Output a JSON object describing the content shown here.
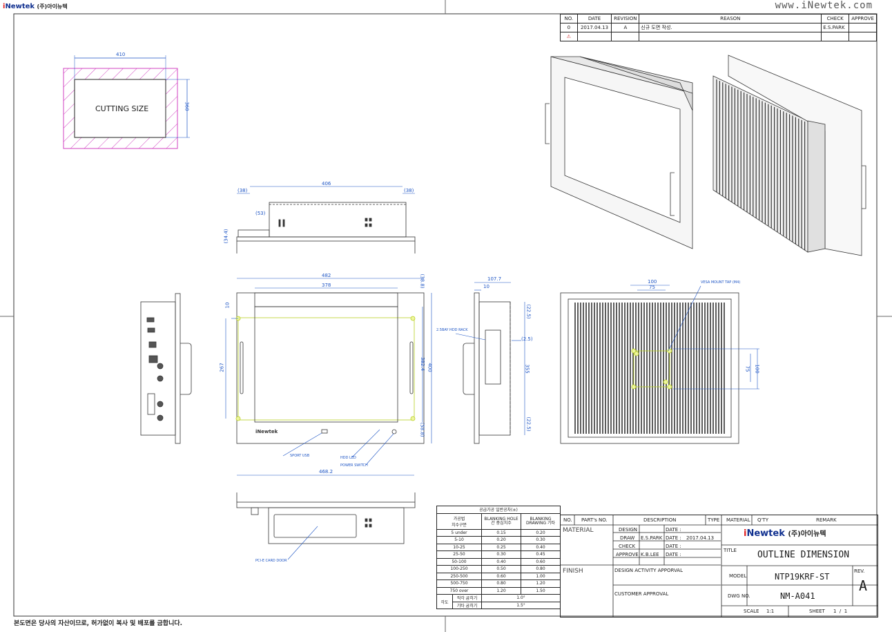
{
  "header": {
    "logo_prefix": "i",
    "logo_name": "Newtek",
    "logo_korean": "(주)아이뉴텍",
    "website": "www.iNewtek.com"
  },
  "revision_table": {
    "headers": [
      "NO.",
      "DATE",
      "REVISION",
      "REASON",
      "CHECK",
      "APPROVE"
    ],
    "rows": [
      [
        "0",
        "2017.04.13",
        "A",
        "신규 도면 작성.",
        "E.S.PARK",
        ""
      ],
      [
        "⚠",
        "",
        "",
        "",
        "",
        ""
      ]
    ]
  },
  "cutting": {
    "width": "410",
    "height": "360",
    "label": "CUTTING SIZE"
  },
  "top_view": {
    "d406": "406",
    "d38a": "(38)",
    "d38b": "(38)",
    "d53": "(53)",
    "d34": "(34.4)"
  },
  "front_view": {
    "d482": "482",
    "d378": "378",
    "d38_8": "(38.8)",
    "d10": "10",
    "d267": "267",
    "d382_4": "382.4",
    "d400": "400",
    "d58_8": "(58.8)",
    "d468_2": "468.2",
    "brand": "iNewtek",
    "label_usb": "SPORT USB",
    "label_hdd": "HDD LED",
    "label_power": "POWER SWITCH"
  },
  "side_view": {
    "d107_7": "107.7",
    "d10": "10",
    "d22_5a": "(22.5)",
    "d2_5": "(2.5)",
    "d355": "355",
    "d22_5b": "(22.5)",
    "label_hdd_rack": "2.5BAY HDD RACK"
  },
  "rear_view": {
    "d100": "100",
    "d75": "75",
    "vesa": "VESA MOUNT TAP (M4)",
    "d75v": "75",
    "d100v": "100"
  },
  "bottom_view": {
    "label": "PCI-E CARD DOOR"
  },
  "tolerance": {
    "title": "공급가공 일반공차(±)",
    "col1": "가공법",
    "col2": "BLANKING HOLE간 중심치수",
    "col3": "BLANKING DRAWING 기타",
    "col0": "치수구분",
    "rows": [
      [
        "5 under",
        "0.15",
        "0.20"
      ],
      [
        "5-10",
        "0.20",
        "0.30"
      ],
      [
        "10-25",
        "0.25",
        "0.40"
      ],
      [
        "25-50",
        "0.30",
        "0.45"
      ],
      [
        "50-100",
        "0.40",
        "0.60"
      ],
      [
        "100-250",
        "0.50",
        "0.80"
      ],
      [
        "250-500",
        "0.60",
        "1.00"
      ],
      [
        "500-750",
        "0.80",
        "1.20"
      ],
      [
        "750 over",
        "1.20",
        "1.50"
      ]
    ],
    "angle_label": "각도",
    "angle_rows": [
      [
        "직각 굽히기",
        "1.0°"
      ],
      [
        "기타 굽히기",
        "1.5°"
      ]
    ]
  },
  "title_block": {
    "col_no": "NO.",
    "col_part": "PART's NO.",
    "col_desc": "DESCRIPTION",
    "col_type": "TYPE",
    "col_material": "MATERIAL",
    "col_qty": "Q'TY",
    "col_remark": "REMARK",
    "material": "MATERIAL",
    "finish": "FINISH",
    "design": "DESIGN",
    "draw": "DRAW",
    "check": "CHECK",
    "approve": "APPROVE",
    "draw_name": "E.S.PARK",
    "approve_name": "K.B.LEE",
    "date_label": "DATE :",
    "draw_date": "2017.04.13",
    "design_activity": "DESIGN ACTIVITY APPORVAL",
    "customer_approval": "CUSTOMER APPROVAL",
    "title_label": "TITLE",
    "title": "OUTLINE DIMENSION",
    "model_label": "MODEL",
    "model": "NTP19KRF-ST",
    "dwg_label": "DWG NO.",
    "dwg": "NM-A041",
    "rev_label": "REV.",
    "rev": "A",
    "scale_label": "SCALE",
    "scale": "1:1",
    "sheet_label": "SHEET",
    "sheet": "1  /  1"
  },
  "footer": {
    "note": "본도면은 당사의 자산이므로, 허가없이 복사 및 배포를 금합니다."
  }
}
